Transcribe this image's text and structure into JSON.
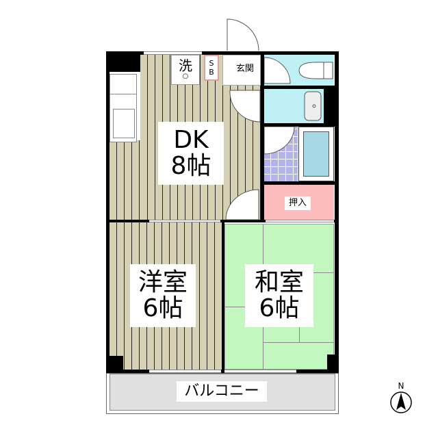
{
  "floorplan": {
    "rooms": {
      "dk": {
        "name": "DK",
        "size": "8帖"
      },
      "western": {
        "name": "洋室",
        "size": "6帖"
      },
      "japanese": {
        "name": "和室",
        "size": "6帖"
      },
      "closet": {
        "name": "押入"
      },
      "entrance": {
        "name": "玄関"
      },
      "shoebox": {
        "line1": "S",
        "line2": "B"
      },
      "washer": {
        "char": "洗",
        "dot": "○"
      },
      "balcony": {
        "name": "バルコニー"
      }
    },
    "compass": {
      "label": "N"
    },
    "colors": {
      "wood_floor": "#d6d1b4",
      "tatami": "#c2f7c0",
      "closet": "#fcbcbc",
      "wet_area": "#bff0f5",
      "bath_tile": "#b3b3e8",
      "bathtub": "#a6d8e6",
      "balcony": "#e0e0e0",
      "walls": "#000000"
    }
  }
}
